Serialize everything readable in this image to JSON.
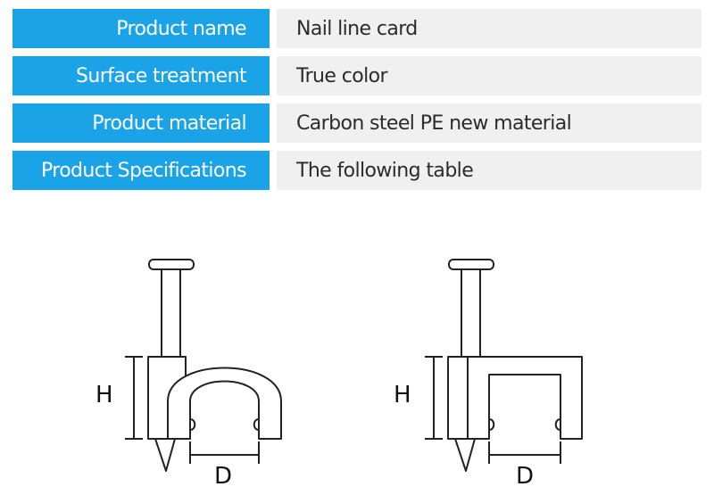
{
  "spec_table": {
    "rows": [
      {
        "label": "Product name",
        "value": "Nail line card"
      },
      {
        "label": "Surface treatment",
        "value": "True color"
      },
      {
        "label": "Product material",
        "value": "Carbon steel PE new material"
      },
      {
        "label": "Product Specifications",
        "value": "The following table"
      }
    ]
  },
  "diagram": {
    "left_clip": {
      "height_label": "H",
      "diameter_label": "D"
    },
    "right_clip": {
      "height_label": "H",
      "diameter_label": "D"
    }
  },
  "colors": {
    "label_bg": "#1aa3e6",
    "value_bg": "#f0f0f0",
    "line": "#222222"
  }
}
